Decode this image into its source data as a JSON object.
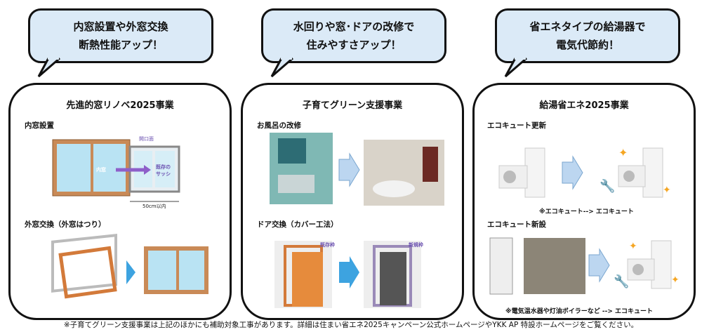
{
  "bubbles": [
    {
      "line1": "内窓設置や外窓交換",
      "line2": "断熱性能アップ！"
    },
    {
      "line1": "水回りや窓･ドアの改修で",
      "line2": "住みやすさアップ！"
    },
    {
      "line1": "省エネタイプの給湯器で",
      "line2": "電気代節約！"
    }
  ],
  "card1": {
    "title": "先進的窓リノベ2025事業",
    "inner_window": {
      "label": "内窓設置",
      "opening": "開口面",
      "inner": "内窓",
      "existing": "既存の\nサッシ",
      "width": "50cm以内"
    },
    "outer_window": {
      "label": "外窓交換（外窓はつり）"
    }
  },
  "card2": {
    "title": "子育てグリーン支援事業",
    "bath": {
      "label": "お風呂の改修"
    },
    "door": {
      "label": "ドア交換（カバー工法）",
      "old_frame": "既存枠",
      "new_frame": "新規枠"
    }
  },
  "card3": {
    "title": "給湯省エネ2025事業",
    "update": {
      "label": "エコキュート更新",
      "note": "※エコキュート--> エコキュート"
    },
    "new": {
      "label": "エコキュート新設",
      "note": "※電気温水器や灯油ボイラーなど --> エコキュート"
    }
  },
  "footer": "※子育てグリーン支援事業は上記のほかにも補助対象工事があります。詳細は住まい省エネ2025キャンペーン公式ホームページやYKK AP 特設ホームページをご覧ください。",
  "colors": {
    "bubble": "#dbeaf7",
    "arrow": "#bcd6f0",
    "frame": "#d37a3a",
    "glass": "#b9e3f3",
    "sparkle": "#f5a623"
  }
}
